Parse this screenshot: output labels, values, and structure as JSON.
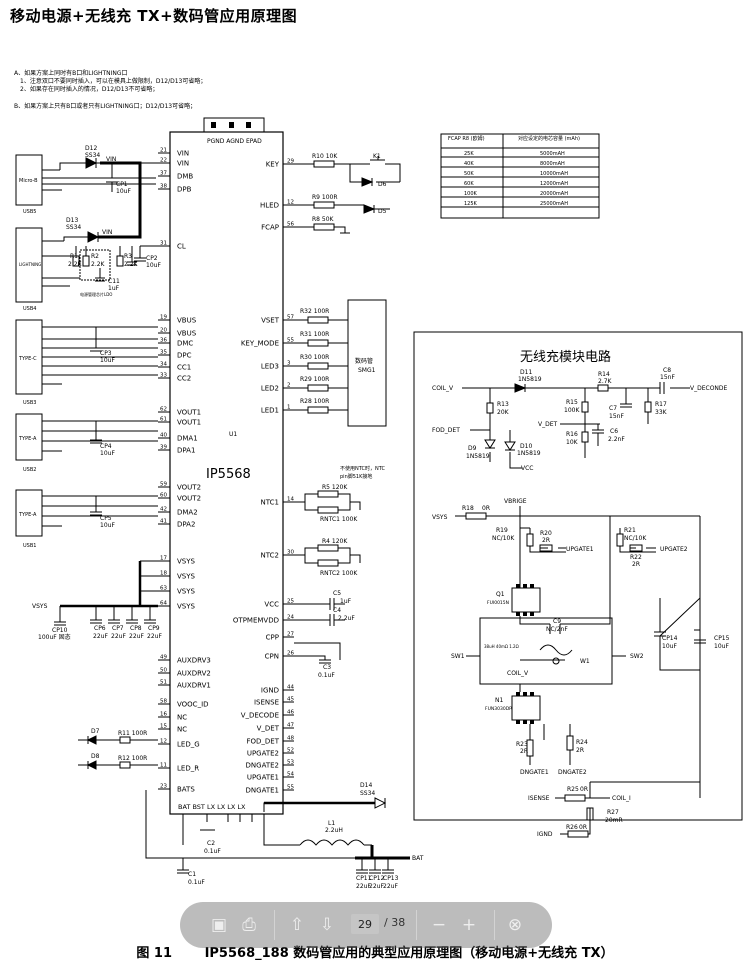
{
  "title": "移动电源+无线充 TX+数码管应用原理图",
  "notes": [
    "A、如果方案上同时有B口和LIGHTNING口",
    "1、注意双口不要同时插入，可以在模具上做限制，D12/D13可省略；",
    "2、如果存在同时插入的情况，D12/D13不可省略；",
    "B、如果方案上只有B口或者只有LIGHTNING口；D12/D13可省略；"
  ],
  "ic": {
    "name": "IP5568",
    "ref": "U1",
    "top_pins": "PGND AGND EPAD",
    "bottom_pins": "BAT  BST    LX  LX  LX  LX"
  },
  "left_pins": [
    {
      "num": "21",
      "name": "VIN"
    },
    {
      "num": "22",
      "name": "VIN"
    },
    {
      "num": "37",
      "name": "DMB"
    },
    {
      "num": "38",
      "name": "DPB"
    },
    {
      "num": "31",
      "name": "CL"
    },
    {
      "num": "19",
      "name": "VBUS"
    },
    {
      "num": "20",
      "name": "VBUS"
    },
    {
      "num": "36",
      "name": "DMC"
    },
    {
      "num": "35",
      "name": "DPC"
    },
    {
      "num": "34",
      "name": "CC1"
    },
    {
      "num": "33",
      "name": "CC2"
    },
    {
      "num": "62",
      "name": "VOUT1"
    },
    {
      "num": "61",
      "name": "VOUT1"
    },
    {
      "num": "40",
      "name": "DMA1"
    },
    {
      "num": "39",
      "name": "DPA1"
    },
    {
      "num": "59",
      "name": "VOUT2"
    },
    {
      "num": "60",
      "name": "VOUT2"
    },
    {
      "num": "42",
      "name": "DMA2"
    },
    {
      "num": "41",
      "name": "DPA2"
    },
    {
      "num": "17",
      "name": "VSYS"
    },
    {
      "num": "18",
      "name": "VSYS"
    },
    {
      "num": "63",
      "name": "VSYS"
    },
    {
      "num": "64",
      "name": "VSYS"
    },
    {
      "num": "49",
      "name": "AUXDRV3"
    },
    {
      "num": "50",
      "name": "AUXDRV2"
    },
    {
      "num": "51",
      "name": "AUXDRV1"
    },
    {
      "num": "58",
      "name": "VOOC_ID"
    },
    {
      "num": "16",
      "name": "NC"
    },
    {
      "num": "15",
      "name": "NC"
    },
    {
      "num": "12",
      "name": "LED_G"
    },
    {
      "num": "11",
      "name": "LED_R"
    },
    {
      "num": "23",
      "name": "BATS"
    }
  ],
  "right_pins": [
    {
      "num": "29",
      "name": "KEY"
    },
    {
      "num": "12",
      "name": "HLED"
    },
    {
      "num": "56",
      "name": "FCAP"
    },
    {
      "num": "57",
      "name": "VSET"
    },
    {
      "num": "55",
      "name": "KEY_MODE"
    },
    {
      "num": "3",
      "name": "LED3"
    },
    {
      "num": "2",
      "name": "LED2"
    },
    {
      "num": "1",
      "name": "LED1"
    },
    {
      "num": "14",
      "name": "NTC1"
    },
    {
      "num": "30",
      "name": "NTC2"
    },
    {
      "num": "25",
      "name": "VCC"
    },
    {
      "num": "24",
      "name": "OTPMEMVDD"
    },
    {
      "num": "27",
      "name": "CPP"
    },
    {
      "num": "26",
      "name": "CPN"
    },
    {
      "num": "44",
      "name": "IGND"
    },
    {
      "num": "45",
      "name": "ISENSE"
    },
    {
      "num": "46",
      "name": "V_DECODE"
    },
    {
      "num": "47",
      "name": "V_DET"
    },
    {
      "num": "48",
      "name": "FOD_DET"
    },
    {
      "num": "52",
      "name": "UPGATE2"
    },
    {
      "num": "53",
      "name": "DNGATE2"
    },
    {
      "num": "54",
      "name": "UPGATE1"
    },
    {
      "num": "55",
      "name": "DNGATE1"
    }
  ],
  "ports": [
    {
      "name": "Micro-B",
      "ref": "USB5"
    },
    {
      "name": "LIGHTNING",
      "ref": "USB4"
    },
    {
      "name": "TYPE-C",
      "ref": "USB3"
    },
    {
      "name": "TYPE-A",
      "ref": "USB2"
    },
    {
      "name": "TYPE-A",
      "ref": "USB1"
    }
  ],
  "fcap_table": {
    "headers": [
      "FCAP R8\n(欧姆)",
      "对应设定的电芯容量\n(mAh)"
    ],
    "rows": [
      [
        "25K",
        "5000mAH"
      ],
      [
        "40K",
        "8000mAH"
      ],
      [
        "50K",
        "10000mAH"
      ],
      [
        "60K",
        "12000mAH"
      ],
      [
        "100K",
        "20000mAH"
      ],
      [
        "125K",
        "25000mAH"
      ]
    ]
  },
  "display": {
    "label": "数码管",
    "ref": "SMG1"
  },
  "ntc_note": "不使用NTC时，NTC\npin脚51K接地",
  "wireless": {
    "title": "无线充模块电路",
    "coil_label": "COIL_V",
    "coil_text": "38uH  40mΩ 1.2Ω",
    "nets": [
      "COIL_V",
      "V_DECONDE",
      "FOD_DET",
      "V_DET",
      "VSYS",
      "VBRIGE",
      "UPGATE1",
      "UPGATE2",
      "SW1",
      "SW2",
      "DNGATE1",
      "DNGATE2",
      "ISENSE",
      "COIL_I",
      "IGND",
      "VCC"
    ]
  },
  "components": {
    "d12": "D12",
    "ss34a": "SS34",
    "d13": "D13",
    "ss34b": "SS34",
    "vin1": "VIN",
    "vin2": "VIN",
    "cp1": "CP1",
    "cp1v": "10uF",
    "cp2": "CP2",
    "cp2v": "10uF",
    "r1": "R1",
    "r1v": "2.2K",
    "r2": "R2",
    "r2v": "2.2K",
    "r3": "R3",
    "r3v": "2.2K",
    "c11": "C11",
    "c11v": "1uF",
    "ldo": "电源管理芯片LDO",
    "cp3": "CP3",
    "cp3v": "10uF",
    "cp4": "CP4",
    "cp4v": "10uF",
    "cp5": "CP5",
    "cp5v": "10uF",
    "vsys": "VSYS",
    "cp10": "CP10",
    "cp10v": "100uF 固态",
    "cp6": "CP6",
    "cp7": "CP7",
    "cp8": "CP8",
    "cp9": "CP9",
    "cpv22": "22uF",
    "d7": "D7",
    "d8": "D8",
    "r11": "R11 100R",
    "r12": "R12 100R",
    "c2": "C2",
    "c2v": "0.1uF",
    "c1": "C1",
    "c1v": "0.1uF",
    "l1": "L1",
    "l1v": "2.2uH",
    "bat": "BAT",
    "cp11": "CP11",
    "cp12": "CP12",
    "cp13": "CP13",
    "cp22": "22uF",
    "d14": "D14",
    "ss34c": "SS34",
    "r10": "R10 10K",
    "k1": "K1",
    "d6": "D6",
    "d5": "D5",
    "r9": "R9 100R",
    "r8": "R8 50K",
    "r32": "R32 100R",
    "r31": "R31 100R",
    "r30": "R30 100R",
    "r29": "R29 100R",
    "r28": "R28 100R",
    "r5": "R5 120K",
    "rntc1": "RNTC1 100K",
    "r4": "R4 120K",
    "rntc2": "RNTC2 100K",
    "c5": "C5",
    "c4": "C4",
    "c3": "C3",
    "c3v": "0.1uF",
    "cap1": "1uF",
    "cap2": "2.2uF",
    "d11": "D11",
    "in5819a": "1N5819",
    "r14": "R14",
    "r14v": "2.7K",
    "c8": "C8",
    "c8v": "15nF",
    "r13": "R13",
    "r13v": "20K",
    "r15": "R15",
    "r15v": "100K",
    "c7": "C7",
    "c7v": "15nF",
    "r17": "R17",
    "r17v": "33K",
    "r16": "R16",
    "r16v": "10K",
    "c6": "C6",
    "c6v": "2.2nF",
    "d9": "D9",
    "in5819b": "1N5819",
    "d10": "D10",
    "in5819c": "1N5819",
    "r18": "R18",
    "r18v": "0R",
    "r19": "R19",
    "r19v": "NC/10K",
    "r20": "R20",
    "r20v": "2R",
    "r21": "R21",
    "r21v": "NC/10K",
    "r22": "R22",
    "r22v": "2R",
    "q1": "Q1",
    "q1p": "FUI0015N",
    "n1": "N1",
    "n1p": "FUN3030DR",
    "c9": "C9",
    "c9v": "NC/2nF",
    "w1": "W1",
    "cp14": "CP14",
    "cp14v": "10uF",
    "cp15": "CP15",
    "cp15v": "10uF",
    "r23": "R23",
    "r23v": "2R",
    "r24": "R24",
    "r24v": "2R",
    "r25": "R25",
    "r25v": "0R",
    "r27": "R27",
    "r27v": "20mR",
    "r26": "R26",
    "r26v": "0R"
  },
  "caption": {
    "num": "图 11",
    "text": "IP5568_188 数码管应用的典型应用原理图（移动电源+无线充 TX）"
  },
  "pdf_toolbar": {
    "page": "29",
    "total": "/ 38"
  }
}
